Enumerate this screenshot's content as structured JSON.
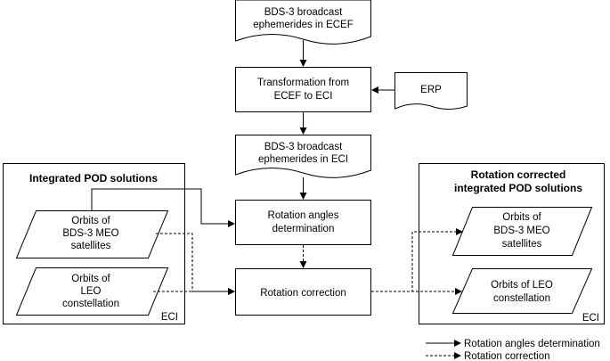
{
  "boxes": {
    "broadcast_ecef": [
      "BDS-3 broadcast",
      "ephemerides  in ECEF"
    ],
    "transformation": [
      "Transformation from",
      "ECEF to ECI"
    ],
    "erp": [
      "ERP"
    ],
    "broadcast_eci": [
      "BDS-3 broadcast",
      "ephemerides  in ECI"
    ],
    "rotation_angles": [
      "Rotation angles",
      "determination"
    ],
    "rotation_correction": [
      "Rotation correction"
    ]
  },
  "left_group": {
    "title": "Integrated POD solutions",
    "meo": [
      "Orbits of",
      "BDS-3 MEO",
      "satellites"
    ],
    "leo": [
      "Orbits of",
      "LEO",
      "constellation"
    ],
    "frame": "ECI"
  },
  "right_group": {
    "title": [
      "Rotation corrected",
      "integrated POD solutions"
    ],
    "meo": [
      "Orbits of",
      "BDS-3 MEO",
      "satellites"
    ],
    "leo": [
      "Orbits of LEO",
      "constellation"
    ],
    "frame": "ECI"
  },
  "legend": {
    "solid": "Rotation  angles determination",
    "dashed": "Rotation  correction"
  }
}
